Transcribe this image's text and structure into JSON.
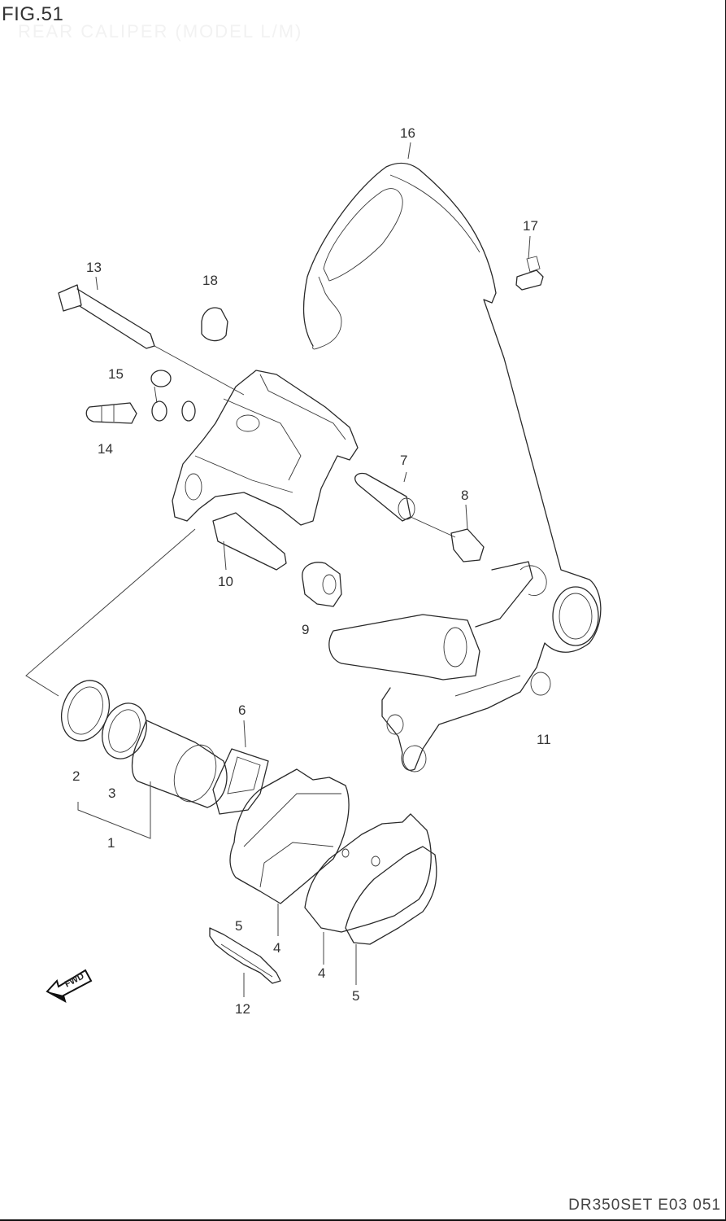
{
  "figure": {
    "number_label": "FIG.51",
    "subtitle": "REAR CALIPER (MODEL L/M)",
    "doc_code": "DR350SET E03 051"
  },
  "direction_marker": {
    "label": "FWD",
    "icon": "fwd-arrow-icon"
  },
  "callouts": [
    "1",
    "2",
    "3",
    "4",
    "4",
    "5",
    "5",
    "6",
    "7",
    "8",
    "9",
    "10",
    "11",
    "12",
    "13",
    "14",
    "15",
    "16",
    "17",
    "18"
  ],
  "colors": {
    "line": "#2a2a2a",
    "background": "#ffffff",
    "text": "#333333"
  }
}
